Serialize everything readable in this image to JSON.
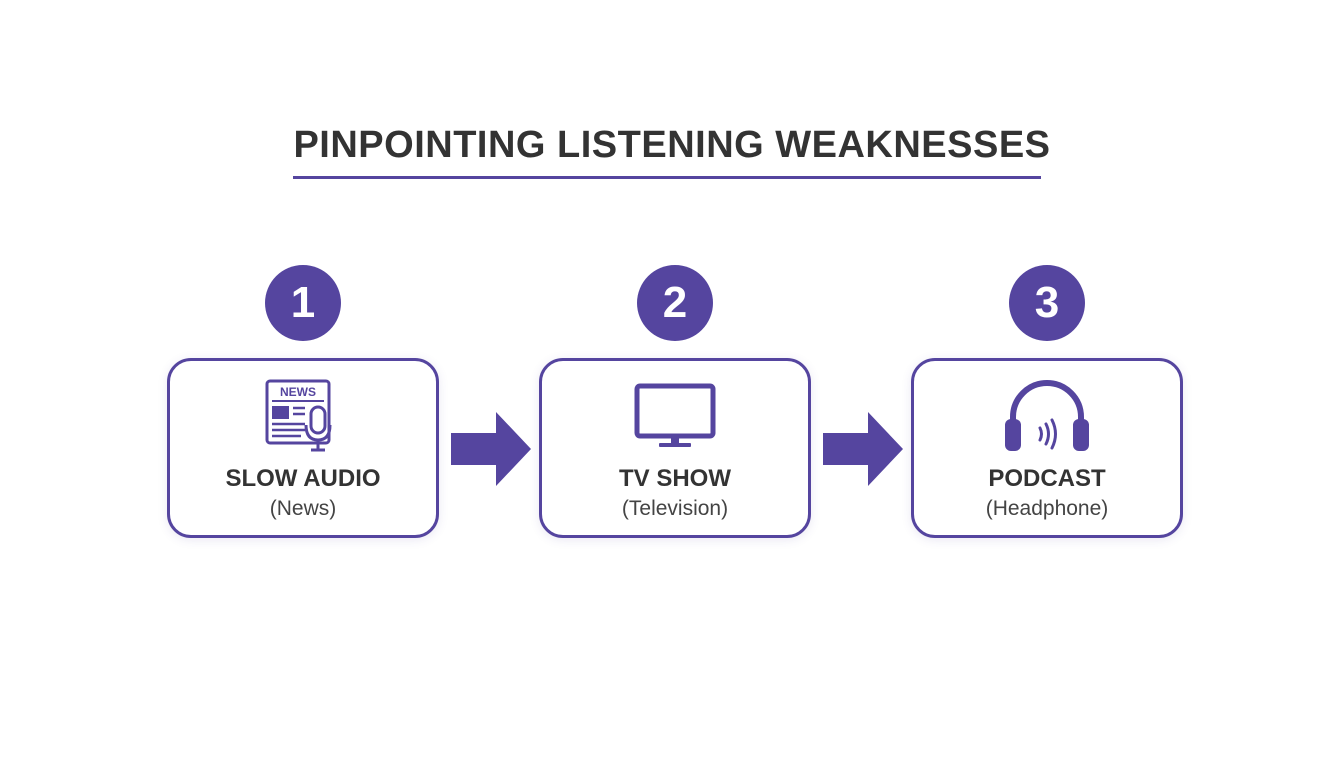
{
  "title": "PINPOINTING LISTENING WEAKNESSES",
  "colors": {
    "accent": "#55459f",
    "text": "#333333",
    "background": "#ffffff"
  },
  "steps": [
    {
      "number": "1",
      "label": "SLOW AUDIO",
      "sublabel": "(News)",
      "icon": "news-microphone-icon",
      "icon_text": "NEWS"
    },
    {
      "number": "2",
      "label": "TV SHOW",
      "sublabel": "(Television)",
      "icon": "television-icon"
    },
    {
      "number": "3",
      "label": "PODCAST",
      "sublabel": "(Headphone)",
      "icon": "headphone-icon"
    }
  ],
  "connectors": [
    {
      "from": "1",
      "to": "2",
      "icon": "arrow-right-icon"
    },
    {
      "from": "2",
      "to": "3",
      "icon": "arrow-right-icon"
    }
  ]
}
